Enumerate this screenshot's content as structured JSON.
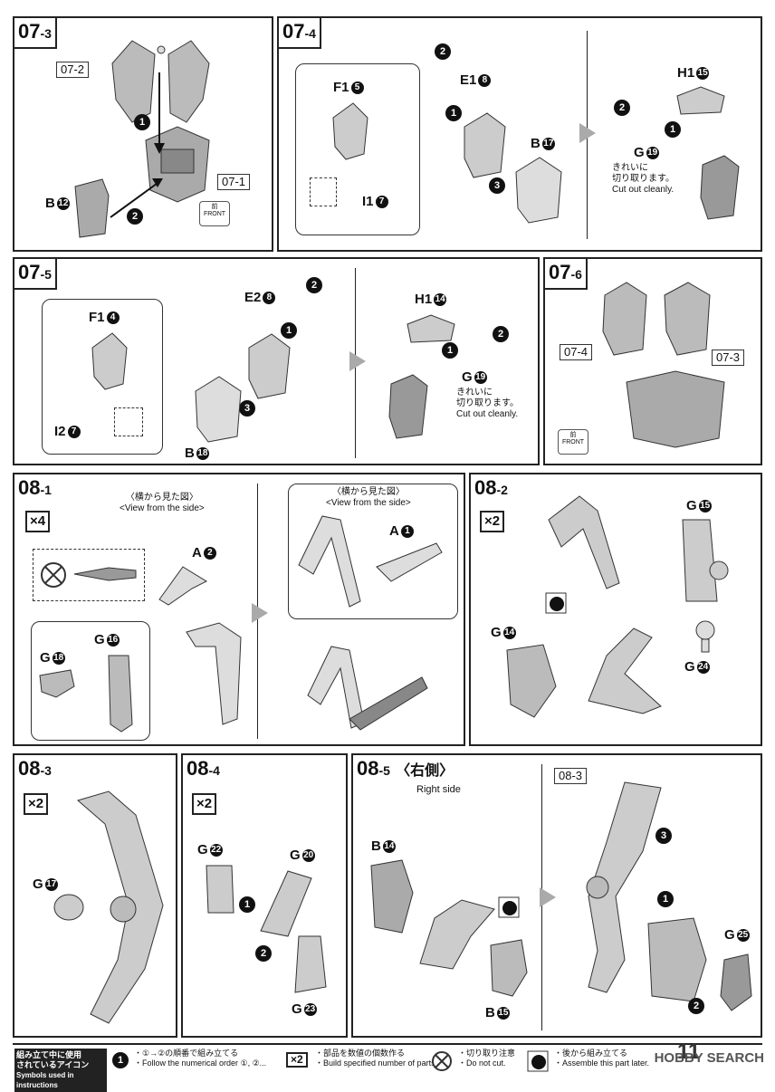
{
  "panels": {
    "p0703": {
      "title": "07",
      "sub": "-3",
      "ref_a": "07-2",
      "ref_b": "07-1",
      "part_b": "B",
      "part_b_num": "12",
      "front_jp": "前",
      "front_en": "FRONT"
    },
    "p0704": {
      "title": "07",
      "sub": "-4",
      "f": "F1",
      "f_num": "5",
      "e": "E1",
      "e_num": "8",
      "i": "I1",
      "i_num": "7",
      "b": "B",
      "b_num": "17",
      "h": "H1",
      "h_num": "15",
      "g": "G",
      "g_num": "19",
      "jp1": "きれいに",
      "jp2": "切り取ります。",
      "en": "Cut out cleanly."
    },
    "p0705": {
      "title": "07",
      "sub": "-5",
      "f": "F1",
      "f_num": "4",
      "e": "E2",
      "e_num": "8",
      "i": "I2",
      "i_num": "7",
      "b": "B",
      "b_num": "18",
      "h": "H1",
      "h_num": "14",
      "g": "G",
      "g_num": "19",
      "jp1": "きれいに",
      "jp2": "切り取ります。",
      "en": "Cut out cleanly."
    },
    "p0706": {
      "title": "07",
      "sub": "-6",
      "ref_a": "07-4",
      "ref_b": "07-3",
      "front_jp": "前",
      "front_en": "FRONT"
    },
    "p0801": {
      "title": "08",
      "sub": "-1",
      "times": "×4",
      "view_jp": "〈横から見た図〉",
      "view_en": "<View from the side>",
      "a2": "A",
      "a2_num": "2",
      "a1": "A",
      "a1_num": "1",
      "g18": "G",
      "g18_num": "18",
      "g16": "G",
      "g16_num": "16"
    },
    "p0802": {
      "title": "08",
      "sub": "-2",
      "times": "×2",
      "g15": "G",
      "g15_num": "15",
      "g14": "G",
      "g14_num": "14",
      "g24": "G",
      "g24_num": "24"
    },
    "p0803": {
      "title": "08",
      "sub": "-3",
      "times": "×2",
      "g17": "G",
      "g17_num": "17"
    },
    "p0804": {
      "title": "08",
      "sub": "-4",
      "times": "×2",
      "g22": "G",
      "g22_num": "22",
      "g20": "G",
      "g20_num": "20",
      "g23": "G",
      "g23_num": "23"
    },
    "p0805": {
      "title": "08",
      "sub": "-5",
      "side_jp": "〈右側〉",
      "side_en": "Right side",
      "b14": "B",
      "b14_num": "14",
      "b15": "B",
      "b15_num": "15",
      "ref": "08-3",
      "g25": "G",
      "g25_num": "25"
    }
  },
  "legend": {
    "title_jp1": "組み立て中に使用",
    "title_jp2": "されているアイコン",
    "title_en": "Symbols used in instructions",
    "order_jp": "・①→②の順番で組み立てる",
    "order_en": "・Follow the numerical order ①, ②...",
    "count_icon": "×2",
    "count_jp": "・部品を数値の個数作る",
    "count_en": "・Build specified number of parts.",
    "cut_jp": "・切り取り注意",
    "cut_en": "・Do not cut.",
    "later_jp": "・後から組み立てる",
    "later_en": "・Assemble this part later."
  },
  "page_number": "11",
  "watermark": "HOBBY SEARCH"
}
